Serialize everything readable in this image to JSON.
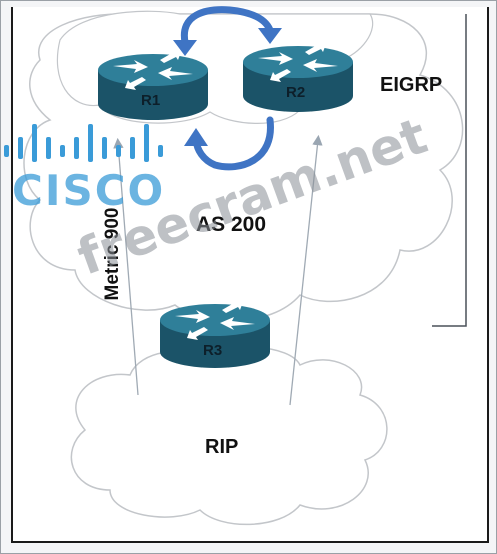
{
  "routers": [
    {
      "id": "r1",
      "label": "R1"
    },
    {
      "id": "r2",
      "label": "R2"
    },
    {
      "id": "r3",
      "label": "R3"
    }
  ],
  "labels": {
    "eigrp": "EIGRP",
    "as": "AS 200",
    "rip": "RIP",
    "metric": "Metric 900"
  },
  "watermark": {
    "logo_text": "CISCO",
    "site": "freecram.net"
  },
  "colors": {
    "router_top": "#2f7f99",
    "router_side": "#1b5368",
    "arrow_blue": "#3f74c4",
    "cloud_stroke": "#b9bcc0"
  }
}
